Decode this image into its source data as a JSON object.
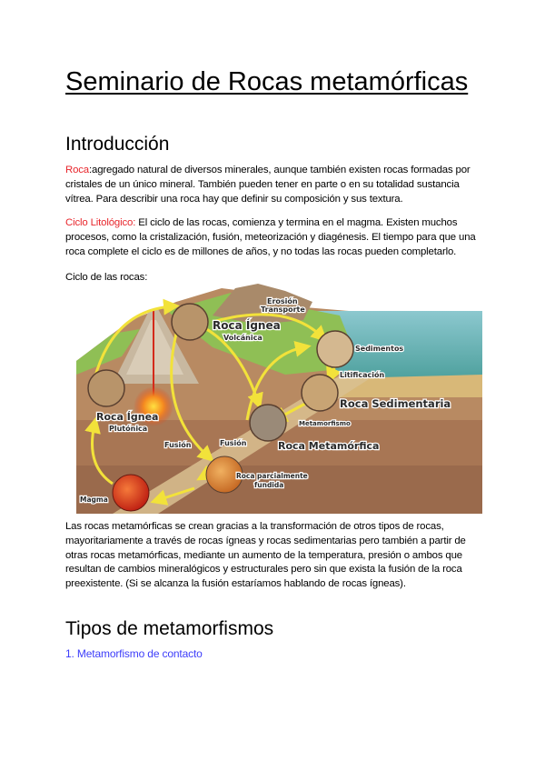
{
  "document": {
    "title": "Seminario de Rocas metamórficas",
    "sections": {
      "intro": {
        "heading": "Introducción",
        "roca": {
          "term": "Roca",
          "text": ":agregado natural de diversos minerales, aunque también existen rocas formadas por cristales de un único mineral. También pueden tener en parte o en su totalidad sustancia vítrea. Para describir una roca hay que definir su composición y sus textura."
        },
        "ciclo": {
          "term": "Ciclo Litológico:",
          "text": " El ciclo de las rocas, comienza y termina en el magma. Existen muchos procesos, como la cristalización, fusión, meteorización y diagénesis. El tiempo para que una roca complete el ciclo es de millones de años, y no todas las rocas pueden completarlo."
        },
        "figure_caption": "Ciclo de las rocas:",
        "figure_labels": {
          "erosion": "Erosión",
          "transporte": "Transporte",
          "ignea_volcanica": "Roca Ígnea",
          "volcanica": "Volcánica",
          "sedimentos": "Sedimentos",
          "litificacion": "Litificación",
          "sedimentaria": "Roca Sedimentaria",
          "metamorfismo": "Metamorfismo",
          "ignea_plutonica": "Roca Ígnea",
          "plutonica": "Plutónica",
          "fusion1": "Fusión",
          "fusion2": "Fusión",
          "metamorfica": "Roca Metamórfica",
          "parcial1": "Roca parcialmente",
          "parcial2": "fundida",
          "magma": "Magma"
        },
        "metamorficas_paragraph": "Las rocas metamórficas se crean gracias a la transformación de otros tipos de rocas, mayoritariamente a través de rocas ígneas y rocas sedimentarias pero también a partir de otras rocas metamórficas, mediante un aumento de la temperatura, presión o ambos que resultan de cambios mineralógicos y estructurales pero sin que exista la fusión de la roca preexistente. (Si se alcanza la fusión estaríamos hablando de rocas ígneas)."
      },
      "tipos": {
        "heading": "Tipos de metamorfismos",
        "items": [
          "1. Metamorfismo de contacto"
        ]
      }
    },
    "colors": {
      "term_red": "#e8262c",
      "link_blue": "#3d3dfa"
    }
  }
}
